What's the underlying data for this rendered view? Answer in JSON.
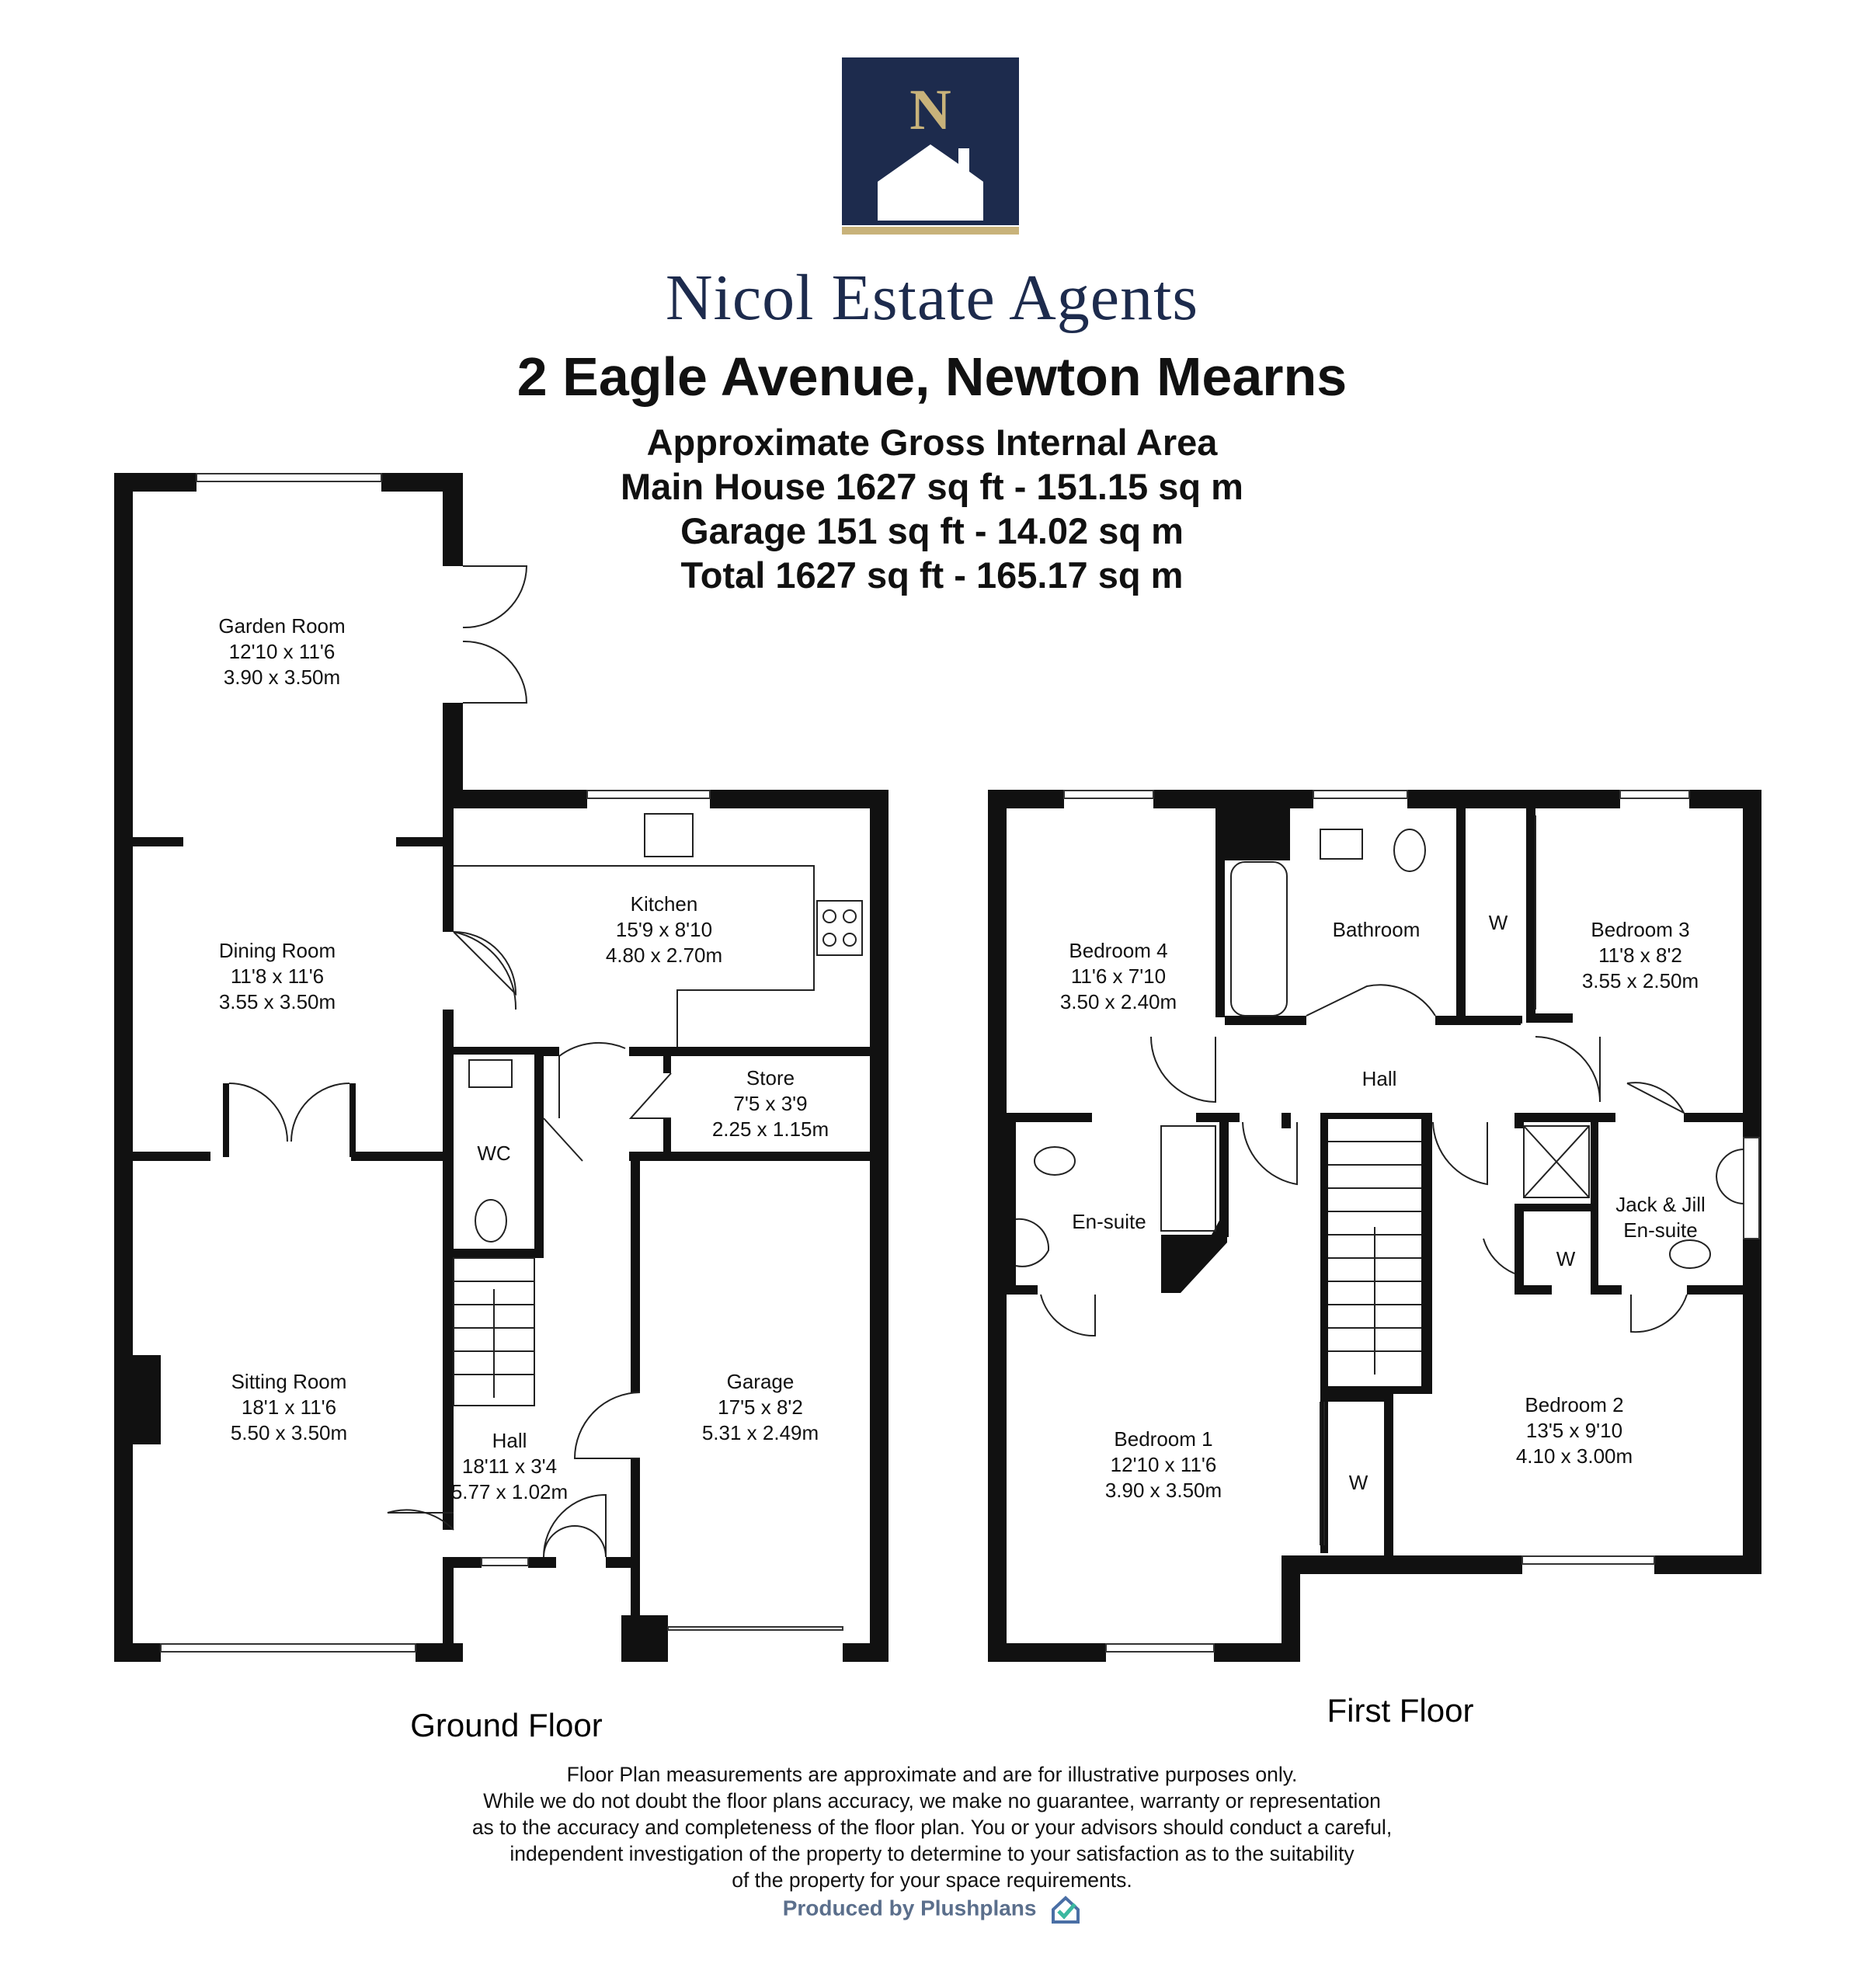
{
  "header": {
    "logo_letter": "N",
    "brand_name": "Nicol Estate Agents",
    "address": "2 Eagle Avenue, Newton Mearns",
    "area_lines": [
      "Approximate Gross Internal Area",
      "Main House 1627 sq ft -  151.15 sq m",
      "Garage 151 sq ft -  14.02 sq m",
      "Total 1627 sq ft -  165.17 sq m"
    ],
    "colors": {
      "navy": "#1d2b4d",
      "gold": "#c8b27a"
    }
  },
  "floors": {
    "ground": {
      "label": "Ground Floor",
      "rooms": [
        {
          "name": "Garden Room",
          "imperial": "12'10 x 11'6",
          "metric": "3.90 x 3.50m"
        },
        {
          "name": "Kitchen",
          "imperial": "15'9 x 8'10",
          "metric": "4.80 x 2.70m"
        },
        {
          "name": "Dining Room",
          "imperial": "11'8 x 11'6",
          "metric": "3.55 x 3.50m"
        },
        {
          "name": "Store",
          "imperial": "7'5 x 3'9",
          "metric": "2.25 x 1.15m"
        },
        {
          "name": "WC"
        },
        {
          "name": "Sitting Room",
          "imperial": "18'1 x 11'6",
          "metric": "5.50 x 3.50m"
        },
        {
          "name": "Garage",
          "imperial": "17'5 x 8'2",
          "metric": "5.31 x 2.49m"
        },
        {
          "name": "Hall",
          "imperial": "18'11 x 3'4",
          "metric": "5.77 x 1.02m"
        }
      ]
    },
    "first": {
      "label": "First Floor",
      "rooms": [
        {
          "name": "Bedroom 4",
          "imperial": "11'6 x 7'10",
          "metric": "3.50 x 2.40m"
        },
        {
          "name": "Bathroom"
        },
        {
          "name": "W"
        },
        {
          "name": "Bedroom 3",
          "imperial": "11'8 x 8'2",
          "metric": "3.55 x 2.50m"
        },
        {
          "name": "Hall"
        },
        {
          "name": "En-suite"
        },
        {
          "name": "Jack & Jill",
          "sub": "En-suite"
        },
        {
          "name": "W"
        },
        {
          "name": "Bedroom 1",
          "imperial": "12'10 x 11'6",
          "metric": "3.90 x 3.50m"
        },
        {
          "name": "W"
        },
        {
          "name": "Bedroom 2",
          "imperial": "13'5 x 9'10",
          "metric": "4.10 x 3.00m"
        }
      ]
    }
  },
  "disclaimer": [
    "Floor Plan measurements are approximate and are for illustrative purposes only.",
    "While we do not doubt the floor plans accuracy, we make no guarantee, warranty or representation",
    "as to the accuracy and completeness of the floor plan. You or your advisors should conduct a careful,",
    "independent investigation of the property to determine to your satisfaction as to the suitability",
    "of the property for your space requirements."
  ],
  "footer": {
    "produced_by": "Produced by Plushplans"
  }
}
